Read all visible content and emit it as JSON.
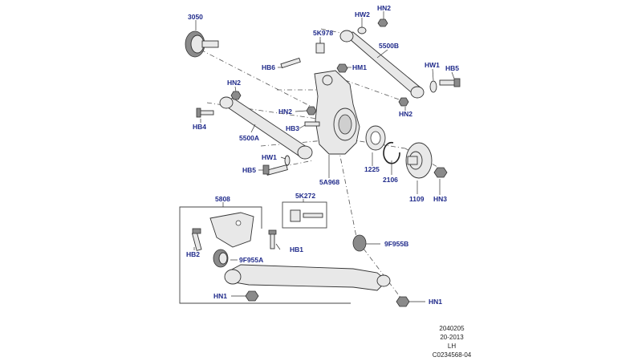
{
  "labels": {
    "l3050": "3050",
    "hw2": "HW2",
    "hn2_top": "HN2",
    "l5k978": "5K978",
    "l5500b": "5500B",
    "hb6": "HB6",
    "hm1": "HM1",
    "hw1_right": "HW1",
    "hb5_right": "HB5",
    "hn2_left": "HN2",
    "hb4": "HB4",
    "hn2_mid": "HN2",
    "hb3": "HB3",
    "hn2_right": "HN2",
    "l5500a": "5500A",
    "hw1_left": "HW1",
    "hb5_left": "HB5",
    "l1225": "1225",
    "l2106": "2106",
    "l1109": "1109",
    "hn3": "HN3",
    "l5a968": "5A968",
    "l5808": "5808",
    "l5k272": "5K272",
    "hb2": "HB2",
    "hb1": "HB1",
    "l9f955a": "9F955A",
    "l9f955b": "9F955B",
    "hn1_left": "HN1",
    "hn1_right": "HN1"
  },
  "footer": {
    "line1": "2040205",
    "line2": "20-2013",
    "line3": "LH",
    "line4": "C0234568-04"
  }
}
